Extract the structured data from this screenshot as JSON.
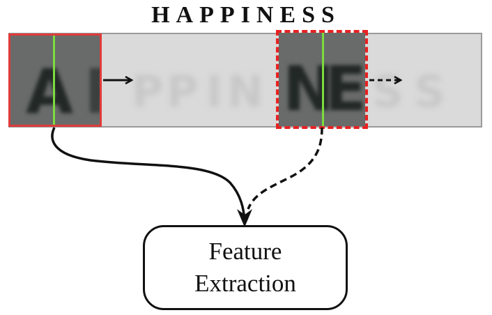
{
  "title": "HAPPINESS",
  "strip_letters": [
    "A",
    "P",
    "P",
    "I",
    "N",
    "E",
    "S",
    "S"
  ],
  "window_1": {
    "letter": "A",
    "frame_style": "solid",
    "frame_color": "#e03a3a"
  },
  "window_2": {
    "letters": [
      "N",
      "E"
    ],
    "frame_style": "dashed",
    "frame_color": "#e82222"
  },
  "colors": {
    "window_fill": "#686b6a",
    "strip_background": "#d9dad9",
    "center_line": "#7cdc3c",
    "arrow": "#111111"
  },
  "arrows": {
    "window_1_next": "solid-right-arrow",
    "window_2_next": "dashed-right-arrow",
    "window_1_to_feature": "solid-curved-arrow",
    "window_2_to_feature": "dashed-curved-arrow"
  },
  "feature_box": {
    "line_1": "Feature",
    "line_2": "Extraction"
  }
}
